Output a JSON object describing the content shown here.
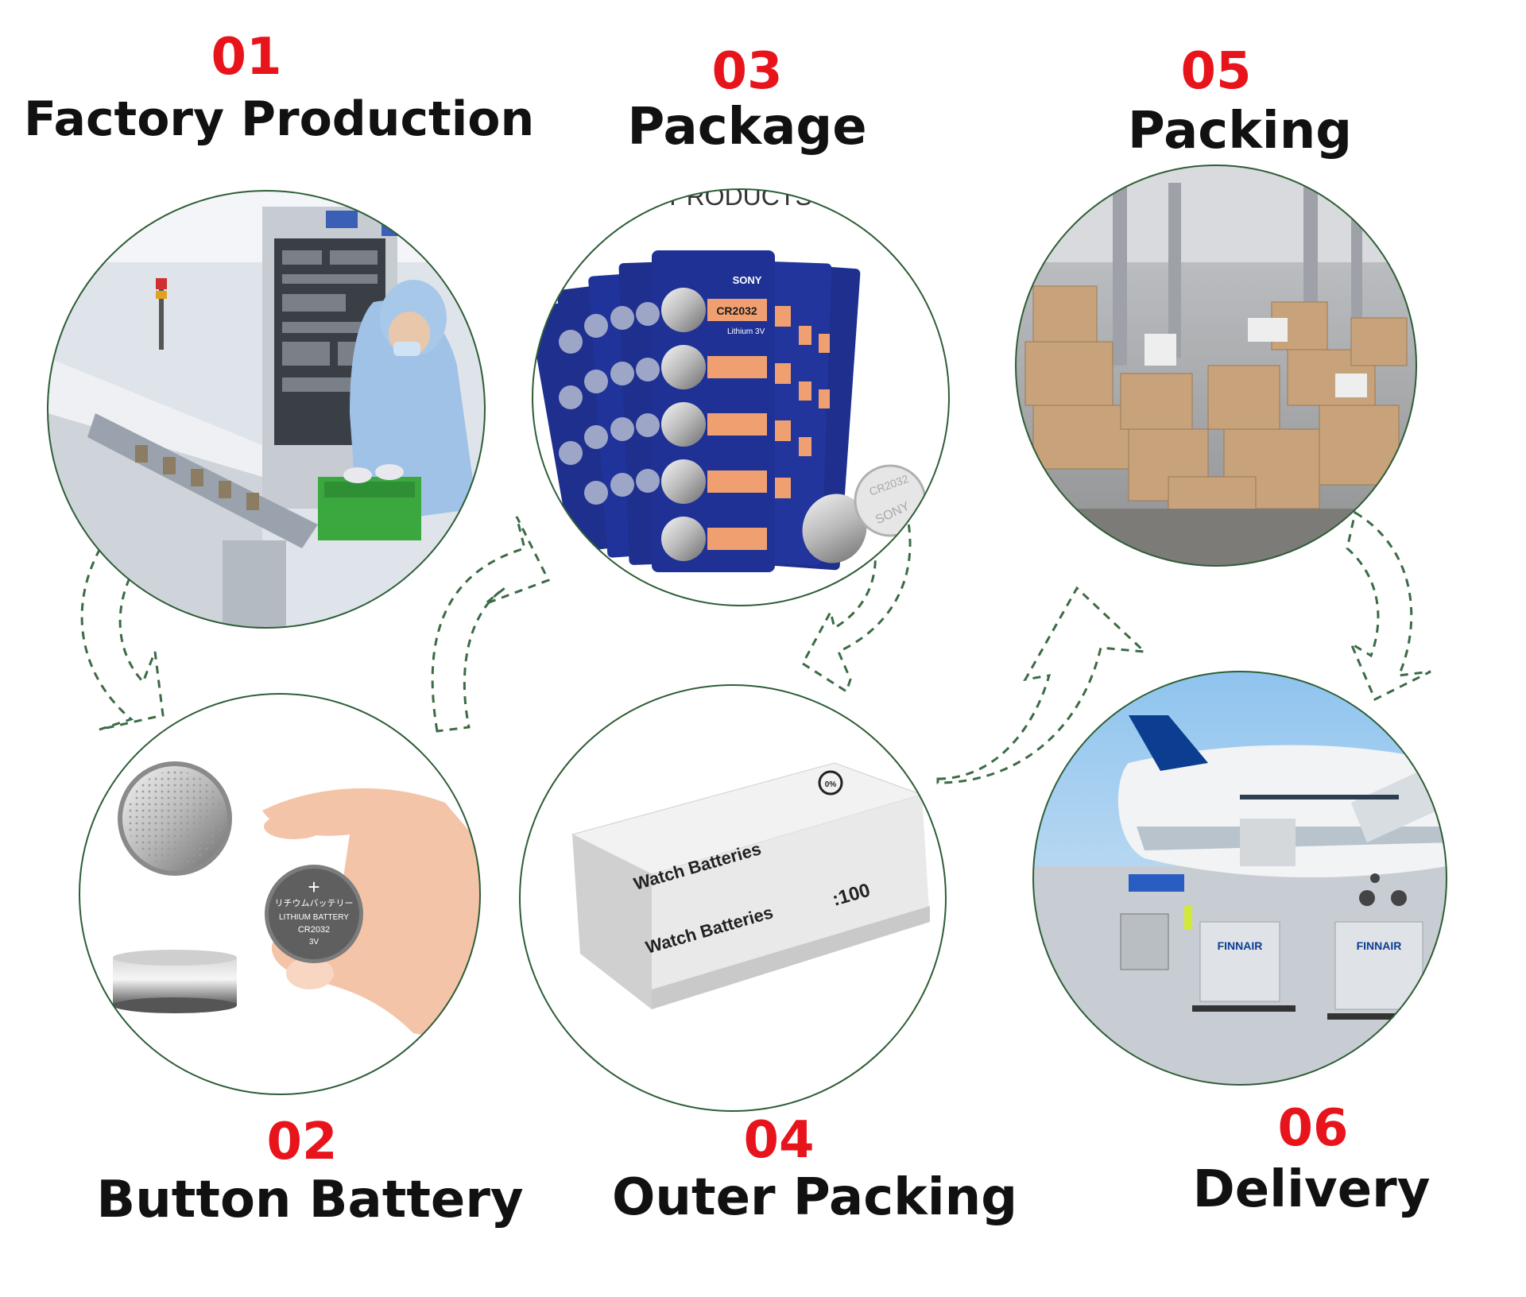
{
  "steps": [
    {
      "number": "01",
      "title": "Factory Production"
    },
    {
      "number": "02",
      "title": "Button Battery"
    },
    {
      "number": "03",
      "title": "Package"
    },
    {
      "number": "04",
      "title": "Outer Packing"
    },
    {
      "number": "05",
      "title": "Packing"
    },
    {
      "number": "06",
      "title": "Delivery"
    }
  ],
  "package_image": {
    "header": "PRODUCTS",
    "brand": "SONY",
    "model": "CR2032",
    "spec": "Lithium 3V",
    "coin_text": "CR2032",
    "coin_brand": "SONY"
  },
  "battery_image": {
    "plus": "+",
    "line1": "リチウムバッテリー",
    "line2": "LITHIUM BATTERY",
    "line3": "CR2032",
    "line4": "3V"
  },
  "box_image": {
    "label": "Watch Batteries",
    "qty": ":100",
    "badge": "0%"
  },
  "airplane_image": {
    "airline": "FINNAIR"
  },
  "colors": {
    "number_red": "#e8141c",
    "circle_border": "#2e5e36",
    "arrow_dashes": "#3b6b45",
    "blister_blue": "#1e2f8e",
    "label_orange": "#f0a070"
  }
}
